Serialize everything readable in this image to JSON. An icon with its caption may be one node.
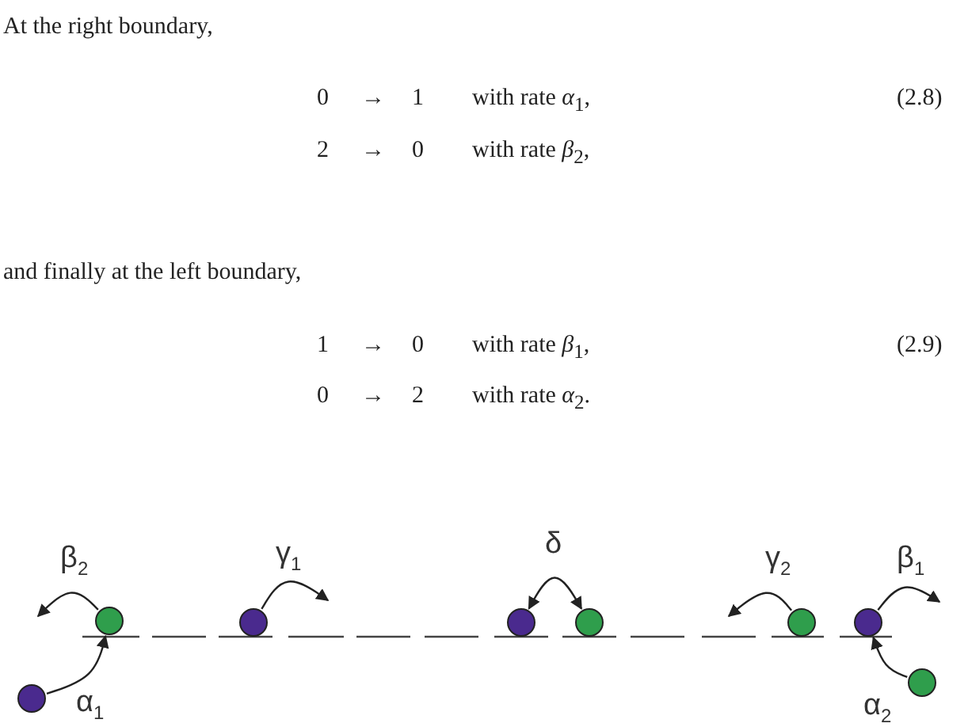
{
  "diagram": {
    "nodes": [
      {
        "text": [],
        "shape": "circle"
      },
      {
        "text": [],
        "shape": "circle"
      },
      {
        "text": [],
        "shape": "circle"
      },
      {
        "text": [],
        "shape": "circle"
      },
      {
        "text": [],
        "shape": "circle"
      },
      {
        "text": [],
        "shape": "circle"
      },
      {
        "text": [],
        "shape": "circle"
      },
      {
        "text": [],
        "shape": "circle"
      }
    ],
    "edges": [
      {
        "from": 0,
        "to": 1,
        "arrow": "to",
        "label": "α$_{1}$"
      },
      {
        "from": 1,
        "to": null,
        "arrow": "to",
        "label": "β$_{2}$"
      },
      {
        "from": 2,
        "to": null,
        "arrow": "to",
        "label": "γ$_{1}$"
      },
      {
        "from": 3,
        "to": 4,
        "arrow": "both",
        "label": "δ"
      },
      {
        "from": 5,
        "to": null,
        "arrow": "to",
        "label": "γ$_{2}$"
      },
      {
        "from": 6,
        "to": null,
        "arrow": "to",
        "label": "β$_{1}$"
      },
      {
        "from": 7,
        "to": 6,
        "arrow": "to",
        "label": "α$_{2}$"
      }
    ],
    "labels": [
      "At the right boundary,",
      "0",
      "→",
      "1",
      "with rate *α*$_{1}$,",
      "(2.8)",
      "2",
      "→",
      "0",
      "with rate *β*$_{2}$,",
      "and finally at the left boundary,",
      "1",
      "→",
      "0",
      "with rate *β*$_{1}$,",
      "(2.9)",
      "0",
      "→",
      "2",
      "with rate *α*$_{2}$."
    ]
  }
}
